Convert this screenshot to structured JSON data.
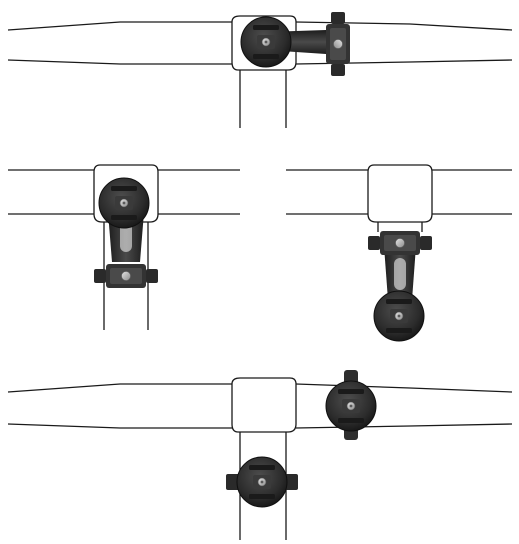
{
  "diagram": {
    "views": [
      {
        "id": "out-front-offset-mount"
      },
      {
        "id": "stem-mount-upright"
      },
      {
        "id": "stem-mount-inverted"
      },
      {
        "id": "bar-and-stem-top-mounts"
      }
    ],
    "colors": {
      "line": "#1a1a1a",
      "mount_dark": "#262626",
      "mount_mid": "#3d3d3d",
      "mount_light": "#5a5a5a",
      "bolt": "#b5b5b5",
      "paper": "#ffffff"
    }
  }
}
